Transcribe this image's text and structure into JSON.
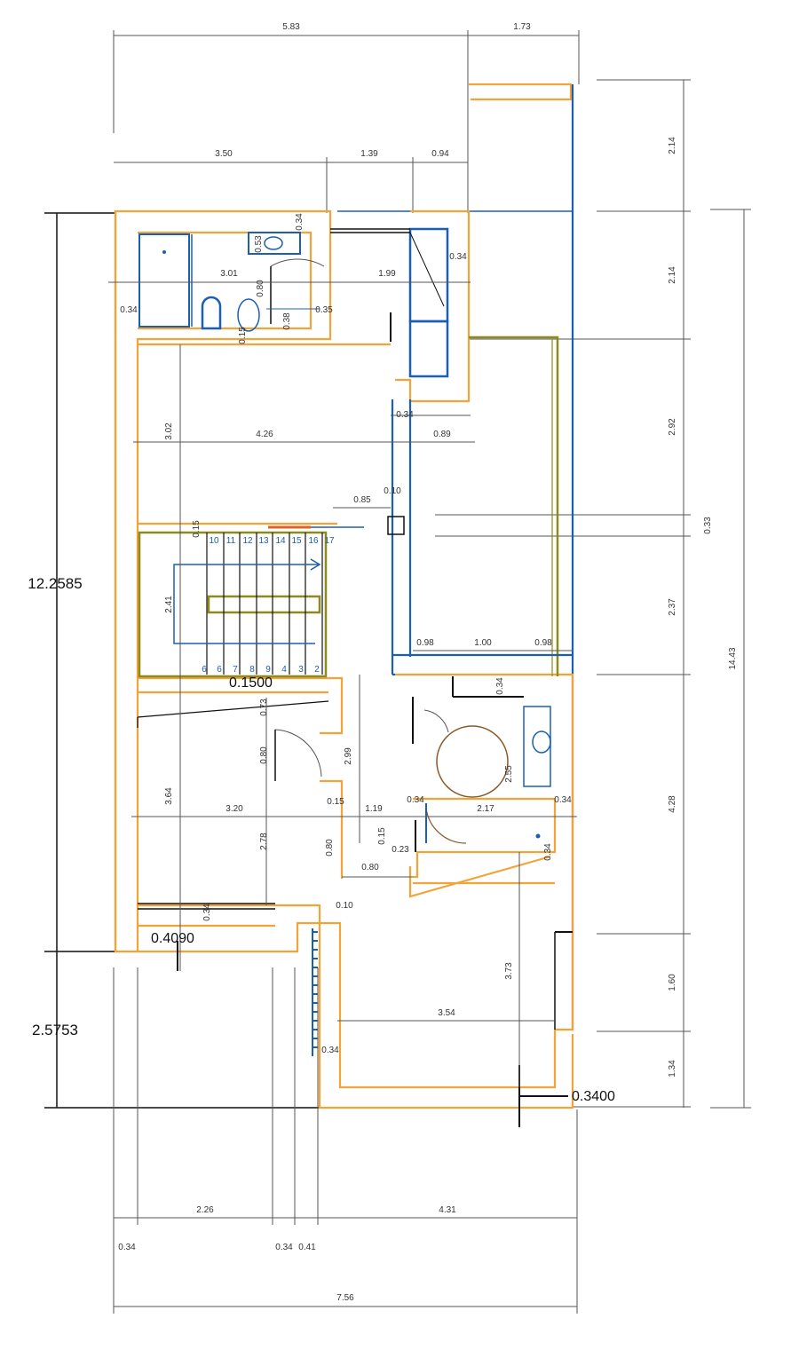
{
  "dimensions": {
    "top_overall": "5.83",
    "top_right": "1.73",
    "top_row2_a": "3.50",
    "top_row2_b": "1.39",
    "top_row2_c": "0.94",
    "right_1": "2.14",
    "right_2": "2.14",
    "right_3": "2.92",
    "right_4": "0.33",
    "right_5": "2.37",
    "right_6": "4.28",
    "right_7": "1.60",
    "right_8": "1.34",
    "right_total": "14.43",
    "left_big_1": "12.2585",
    "left_big_2": "2.5753",
    "bottom_a": "0.34",
    "bottom_b": "2.26",
    "bottom_c": "0.34",
    "bottom_d": "0.41",
    "bottom_e": "4.31",
    "bottom_total": "7.56",
    "bath_width": "3.01",
    "bath_wall": "0.34",
    "bath_small_1": "0.53",
    "bath_small_2": "0.80",
    "bath_small_3": "0.38",
    "bath_small_4": "0.15",
    "bath_small_5": "0.35",
    "corr_top": "1.99",
    "corr_wall": "0.34",
    "living_height": "3.02",
    "living_width": "4.26",
    "living_wall": "0.34",
    "living_side": "0.89",
    "door_gap_a": "0.85",
    "door_gap_b": "0.10",
    "stair_height": "2.41",
    "stair_wall": "0.15",
    "stair_label": "0.1500",
    "right_room_a": "0.98",
    "right_room_b": "1.00",
    "right_room_c": "0.98",
    "hall_height": "2.99",
    "hall_a": "0.80",
    "hall_b": "0.15",
    "hall_c": "1.19",
    "hall_d": "0.15",
    "hall_e": "0.80",
    "hall_f": "0.23",
    "hall_g": "0.10",
    "hall_h": "0.80",
    "wc2_a": "0.34",
    "wc2_b": "2.17",
    "wc2_c": "0.34",
    "wc2_d": "2.55",
    "wc2_e": "0.34",
    "bed_height": "3.64",
    "bed_width": "3.20",
    "bed_wall": "0.34",
    "bed_side": "0.73",
    "bed_inner": "2.78",
    "balcony_label": "0.4090",
    "room_b_height": "3.73",
    "room_b_width": "3.54",
    "room_b_wall": "0.34",
    "room_b_label": "0.3400",
    "stair_upper": [
      "10",
      "11",
      "12",
      "13",
      "14",
      "15",
      "16",
      "17"
    ],
    "stair_lower": [
      "6",
      "6",
      "7",
      "8",
      "9",
      "4",
      "3",
      "2"
    ]
  },
  "colors": {
    "wall_orange": "#f2a43a",
    "fixture_blue": "#1b5fb5",
    "stair_olive": "#8e8a1e",
    "dim_line": "#555555"
  }
}
